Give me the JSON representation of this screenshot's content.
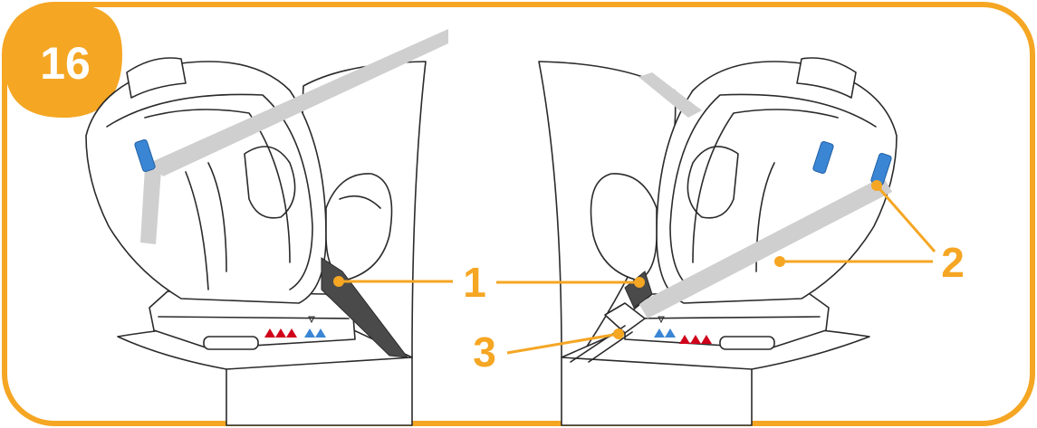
{
  "step": {
    "number": "16"
  },
  "callouts": [
    {
      "id": "1",
      "label": "1"
    },
    {
      "id": "2",
      "label": "2"
    },
    {
      "id": "3",
      "label": "3"
    }
  ],
  "colors": {
    "accent": "#f5a623",
    "clip": "#3b86d4",
    "indicator_red": "#d0021b",
    "indicator_blue": "#3b86d4",
    "belt": "#cfcfcf",
    "belt_dark": "#4a4a4a"
  },
  "icons": [
    "car-seat-left-view",
    "car-seat-right-view",
    "belt-guide-clip",
    "buckle",
    "level-indicator"
  ]
}
